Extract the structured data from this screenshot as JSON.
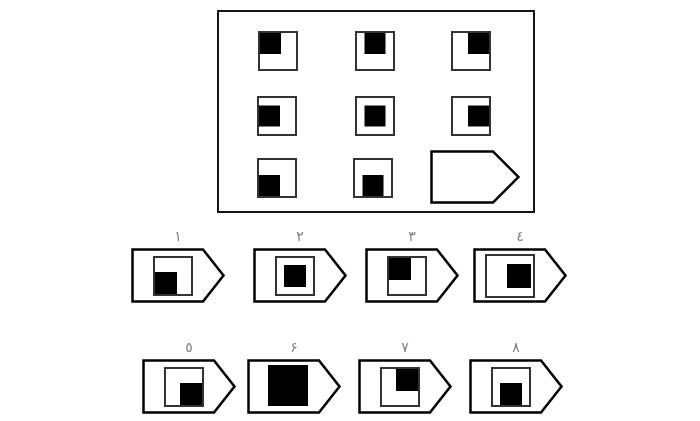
{
  "puzzle": {
    "type": "matrix-reasoning",
    "grid": {
      "rows": [
        [
          "top-left",
          "top-center",
          "top-right"
        ],
        [
          "middle-left",
          "center",
          "middle-right"
        ],
        [
          "bottom-left",
          "bottom-center",
          "placeholder"
        ]
      ]
    },
    "options": [
      {
        "label": "١",
        "black": "bottom-left"
      },
      {
        "label": "٢",
        "black": "center"
      },
      {
        "label": "٣",
        "black": "top-left"
      },
      {
        "label": "٤",
        "black": "middle-right"
      },
      {
        "label": "٥",
        "black": "bottom-right"
      },
      {
        "label": "۶",
        "black": "full"
      },
      {
        "label": "٧",
        "black": "top-right"
      },
      {
        "label": "٨",
        "black": "bottom-center"
      }
    ],
    "colors": {
      "shape": "#000000",
      "cell_border": "#333333",
      "label": "#7d7d7d",
      "background": "#ffffff"
    }
  }
}
